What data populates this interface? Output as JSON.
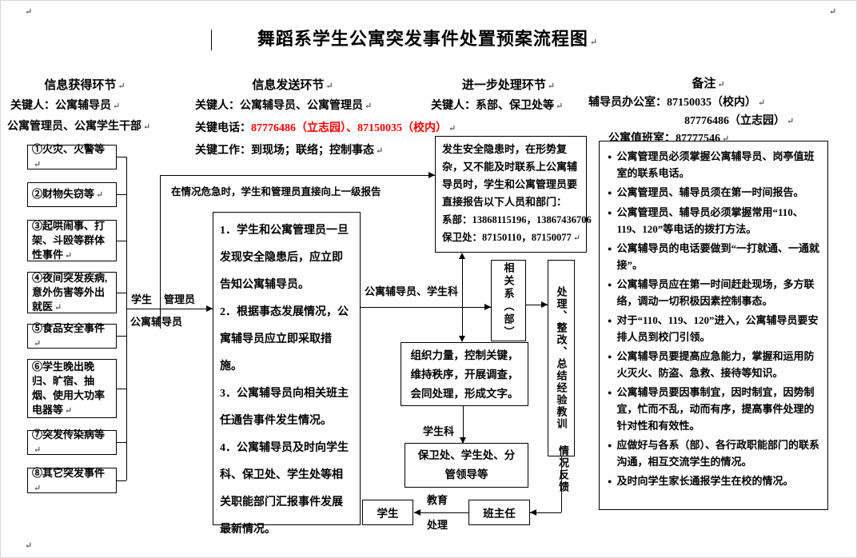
{
  "page": {
    "title": "舞蹈系学生公寓突发事件处置预案流程图"
  },
  "colors": {
    "phone_highlight": "#FF0000",
    "line": "#000000"
  },
  "headers": {
    "acquire": {
      "title": "信息获得环节",
      "line1": "关键人：公寓辅导员",
      "line2": "公寓管理员、公寓学生干部"
    },
    "send": {
      "title": "信息发送环节",
      "line1": "关键人：公寓辅导员、公寓管理员",
      "phone_label": "关键电话：",
      "phones": "87776486（立志园）、87150035（校内）",
      "line3": "关键工作：到现场；联络；控制事态"
    },
    "further": {
      "title": "进一步处理环节",
      "line1": "关键人：系部、保卫处等"
    },
    "remark": {
      "title": "备注",
      "line1": "辅导员办公室：87150035（校内）",
      "line2": "87776486（立志园）",
      "line3": "公寓值班室：87777546"
    }
  },
  "incidents": [
    "①火灾、火警等",
    "②财物失窃等",
    "③起哄闹事、打架、斗殴等群体性事件",
    "④夜间突发疾病,意外伤害等外出就医",
    "⑤食品安全事件",
    "⑥学生晚出晚归、旷宿、抽烟、使用大功率电器等",
    "⑦突发传染病等",
    "⑧其它突发事件"
  ],
  "flow": {
    "student": "学生",
    "manager": "管理员",
    "counselor": "公寓辅导员",
    "urgent_note": "在情况危急时，学生和管理员直接向上一级报告",
    "step1": "1．学生和公寓管理员一旦发现安全隐患后，应立即告知公寓辅导员。",
    "step2": "2．根据事态发展情况，公寓辅导员应立即采取措施。",
    "step3": "3．公寓辅导员向相关班主任通告事件发生情况。",
    "step4": "4．公寓辅导员及时向学生科、保卫处、学生处等相关职能部门汇报事件发展最新情况。",
    "direct_report_intro": "发生安全隐患时，在形势复杂，又不能及时联系上公寓辅导员时，学生和公寓管理员要直接报告以下人员和部门：",
    "direct_report_dept": "系部：13868115196，13867436706",
    "direct_report_security": "保卫处：87150110，87150077",
    "to_dept_label": "公寓辅导员、学生科",
    "related_dept": "相关系（部）",
    "organize": "组织力量，控制关键，维持秩序，开展调查，会同处理，形成文字。",
    "handle_vertical": "处理、整改、总结经验教训",
    "student_section": "学生科",
    "security_box": "保卫处、学生处、分管领导等",
    "feedback": "情况反馈",
    "class_teacher": "班主任",
    "educate": "教育",
    "handle2": "处理",
    "student_box": "学生"
  },
  "notes_list": [
    "公寓管理员必须掌握公寓辅导员、岗亭值班室的联系电话。",
    "公寓管理员、辅导员须在第一时间报告。",
    "公寓管理员、辅导员必须掌握常用“110、119、120”等电话的拨打方法。",
    "公寓辅导员的电话要做到“一打就通、一通就接”。",
    "公寓辅导员应在第一时间赶赴现场，多方联络，调动一切积极因素控制事态。",
    "对于“110、119、120”进入，公寓辅导员要安排人员到校门引领。",
    "公寓辅导员要提高应急能力，掌握和运用防火灭火、防盗、急救、接待等知识。",
    "公寓辅导员要因事制宜，因时制宜，因势制宜，忙而不乱，动而有序，提高事件处理的针对性和有效性。",
    "应做好与各系（部）、各行政职能部门的联系沟通，相互交流学生的情况。",
    "及时向学生家长通报学生在校的情况。"
  ]
}
